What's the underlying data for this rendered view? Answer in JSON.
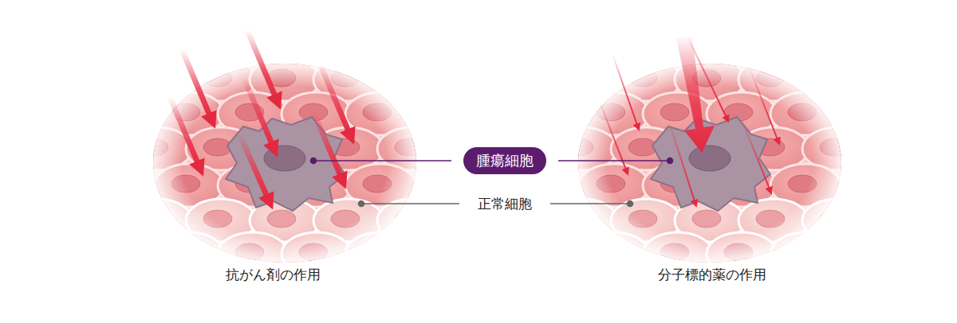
{
  "diagram": {
    "nodes": [
      {
        "text": [
          "腫瘍細胞"
        ]
      }
    ],
    "labels": [
      "正常細胞",
      "抗がん剤の作用",
      "分子標的薬の作用"
    ]
  }
}
